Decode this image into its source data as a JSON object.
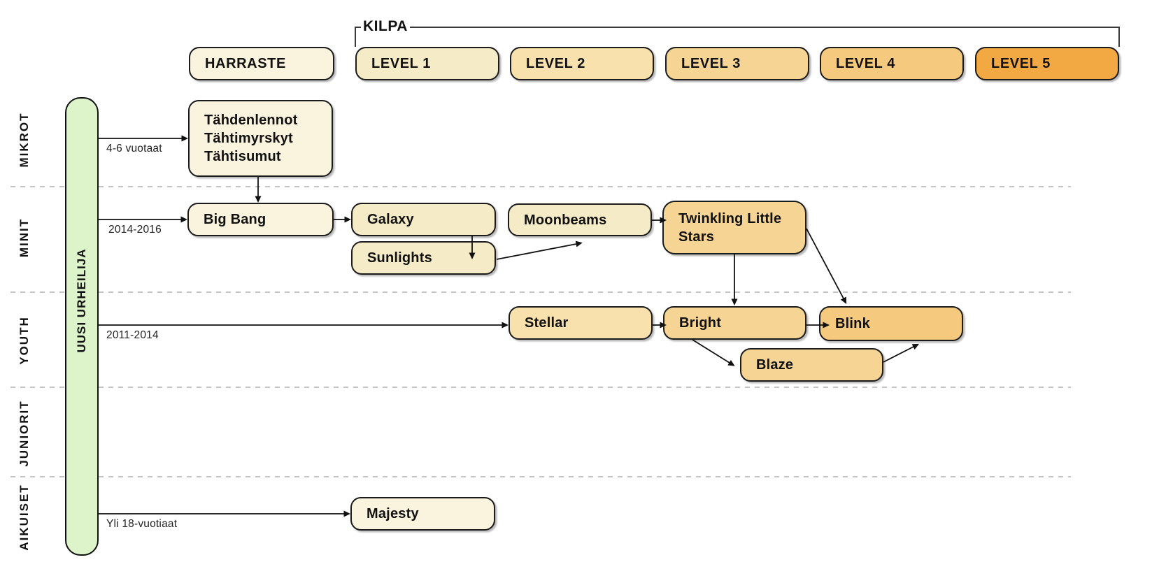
{
  "bracket": {
    "label": "KILPA"
  },
  "columns": {
    "harraste": "HARRASTE",
    "levels": [
      "LEVEL 1",
      "LEVEL 2",
      "LEVEL 3",
      "LEVEL 4",
      "LEVEL 5"
    ]
  },
  "age_groups": [
    {
      "label": "MIKROT",
      "note": "4-6 vuotaat"
    },
    {
      "label": "MINIT",
      "note": "2014-2016"
    },
    {
      "label": "YOUTH",
      "note": "2011-2014"
    },
    {
      "label": "JUNIORIT",
      "note": ""
    },
    {
      "label": "AIKUISET",
      "note": "Yli 18-vuotiaat"
    }
  ],
  "entry_bar": {
    "label": "UUSI URHEILIJA"
  },
  "teams": {
    "mikrot_lines": [
      "Tähdenlennot",
      "Tähtimyrskyt",
      "Tähtisumut"
    ],
    "big_bang": "Big Bang",
    "galaxy": "Galaxy",
    "sunlights": "Sunlights",
    "moonbeams": "Moonbeams",
    "twinkling": "Twinkling Little Stars",
    "stellar": "Stellar",
    "bright": "Bright",
    "blink": "Blink",
    "blaze": "Blaze",
    "majesty": "Majesty"
  },
  "colors": {
    "cream": "#FAF3DE",
    "light_sand": "#F5EBC6",
    "sand": "#F8E1AC",
    "amber": "#F6D494",
    "light_orange": "#F5C97E",
    "orange": "#F3A943",
    "entry_green": "#DDF4CB"
  }
}
